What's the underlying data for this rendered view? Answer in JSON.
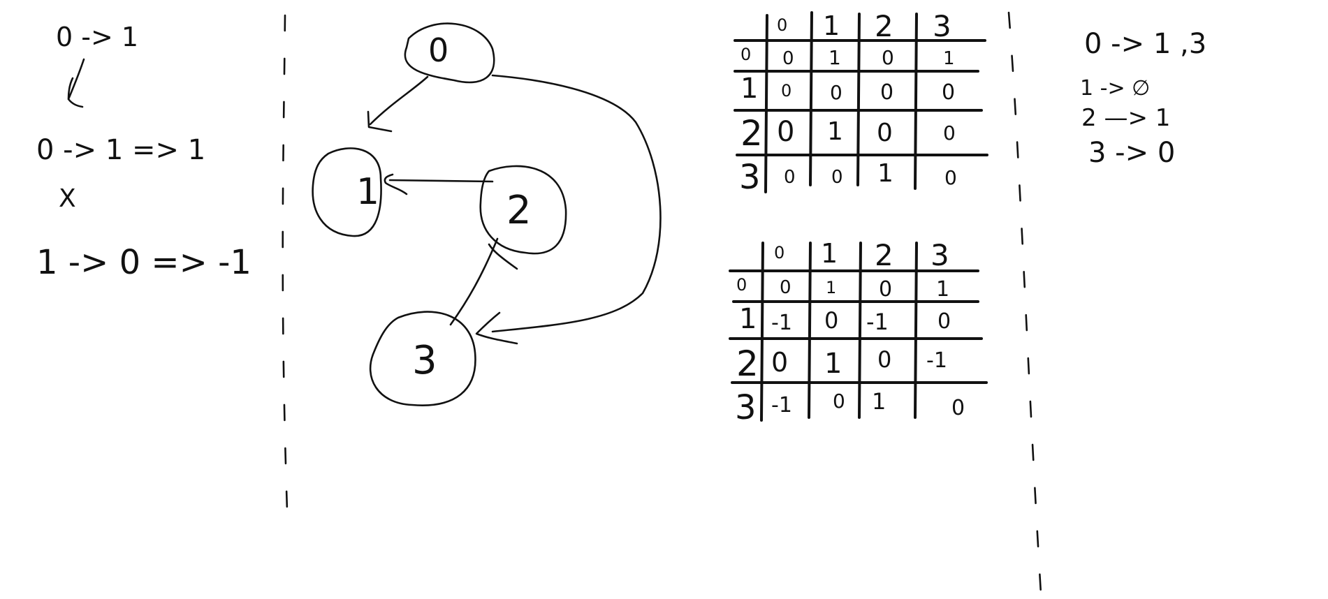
{
  "left_notes": {
    "line1": "0 -> 1",
    "line2": "0 -> 1 => 1",
    "mark": "X",
    "line3": "1 -> 0 => -1"
  },
  "graph": {
    "nodes": [
      "0",
      "1",
      "2",
      "3"
    ]
  },
  "matrix_top": {
    "headers": [
      "0",
      "1",
      "2",
      "3"
    ],
    "rows": [
      {
        "label": "0",
        "cells": [
          "0",
          "1",
          "0",
          "1"
        ]
      },
      {
        "label": "1",
        "cells": [
          "0",
          "0",
          "0",
          "0"
        ]
      },
      {
        "label": "2",
        "cells": [
          "0",
          "1",
          "0",
          "0"
        ]
      },
      {
        "label": "3",
        "cells": [
          "0",
          "0",
          "1",
          "0"
        ]
      }
    ]
  },
  "matrix_bottom": {
    "headers": [
      "0",
      "1",
      "2",
      "3"
    ],
    "rows": [
      {
        "label": "0",
        "cells": [
          "0",
          "1",
          "0",
          "1"
        ]
      },
      {
        "label": "1",
        "cells": [
          "-1",
          "0",
          "-1",
          "0"
        ]
      },
      {
        "label": "2",
        "cells": [
          "0",
          "1",
          "0",
          "-1"
        ]
      },
      {
        "label": "3",
        "cells": [
          "-1",
          "0",
          "1",
          "0"
        ]
      }
    ]
  },
  "adjacency_list": {
    "line0": "0 -> 1 ,3",
    "line1": "1 -> ∅",
    "line2": "2 —> 1",
    "line3": "3 -> 0"
  }
}
